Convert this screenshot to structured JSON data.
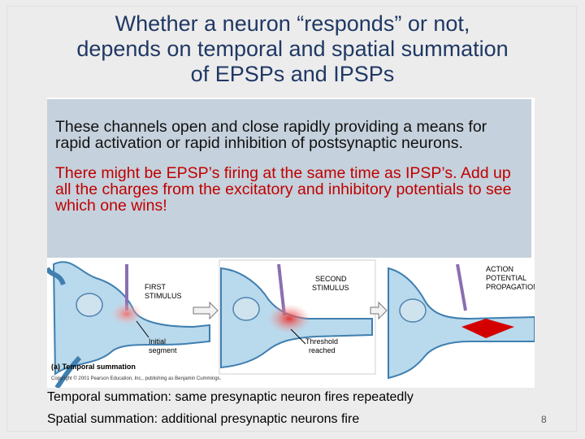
{
  "slide": {
    "title_line1": "Whether a neuron “responds” or not,",
    "title_line2": "depends on temporal and spatial summation",
    "title_line3": "of EPSPs and IPSPs",
    "callout_text1": "These channels open and close rapidly providing a means for rapid activation or rapid inhibition of postsynaptic neurons.",
    "callout_text2": "There might be EPSP’s firing at the same time as IPSP’s. Add up all the charges from the excitatory and inhibitory potentials to see which one wins!",
    "caption1": "Temporal summation:  same presynaptic neuron fires repeatedly",
    "caption2": "Spatial summation:  additional presynaptic neurons fire",
    "page_number": "8"
  },
  "figure": {
    "label_first_stimulus_1": "FIRST",
    "label_first_stimulus_2": "STIMULUS",
    "label_second_stimulus_1": "SECOND",
    "label_second_stimulus_2": "STIMULUS",
    "label_action_1": "ACTION",
    "label_action_2": "POTENTIAL",
    "label_action_3": "PROPAGATION",
    "label_initial_1": "Initial",
    "label_initial_2": "segment",
    "label_threshold_1": "Threshold",
    "label_threshold_2": "reached",
    "panel_caption": "(a) Temporal summation",
    "copyright": "Copyright © 2001 Pearson Education, Inc., publishing as Benjamin Cummings.",
    "colors": {
      "neuron_fill": "#b9d9ec",
      "neuron_stroke": "#3f7fb0",
      "axon_purple": "#8a6fb0",
      "stimulus_red": "#e53935",
      "action_red": "#d40000"
    }
  }
}
